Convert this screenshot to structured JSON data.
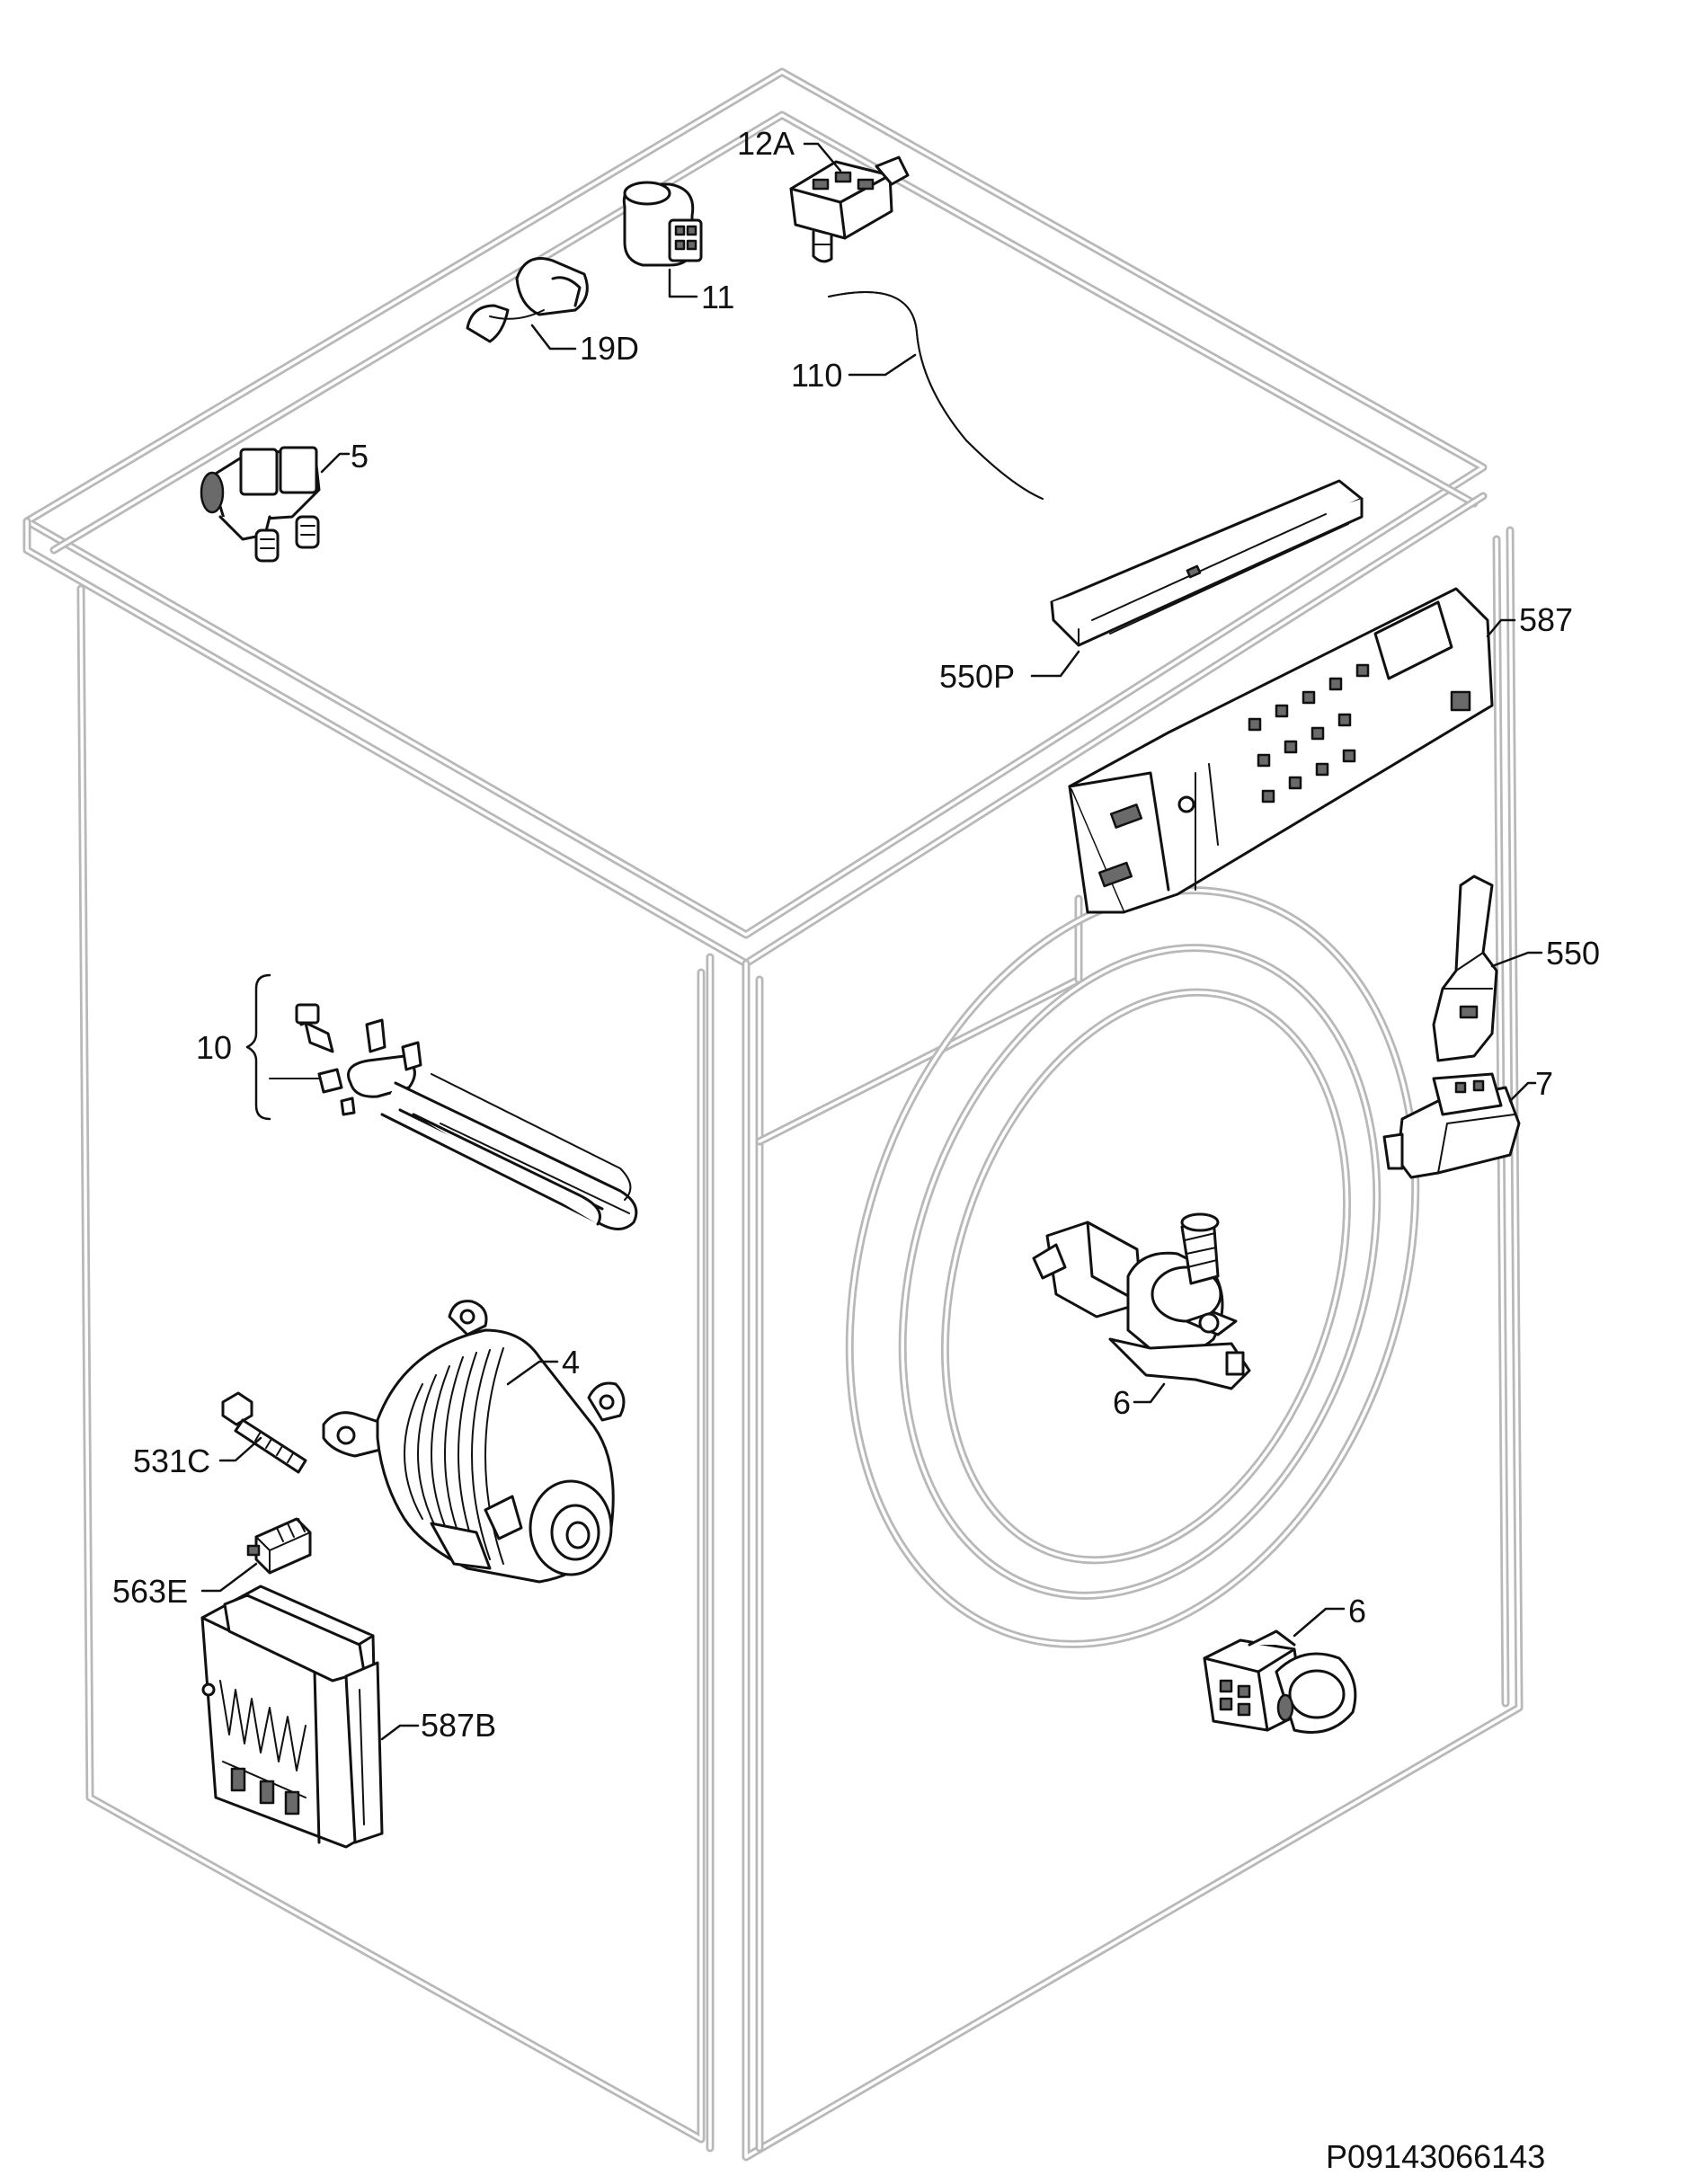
{
  "labels": {
    "l12a": "12A",
    "l11": "11",
    "l19d": "19D",
    "l110": "110",
    "l5": "5",
    "l550p": "550P",
    "l587": "587",
    "l550": "550",
    "l7": "7",
    "l10": "10",
    "l4": "4",
    "l531c": "531C",
    "l6a": "6",
    "l563e": "563E",
    "l6b": "6",
    "l587b": "587B"
  },
  "reference_code": "P09143066143"
}
